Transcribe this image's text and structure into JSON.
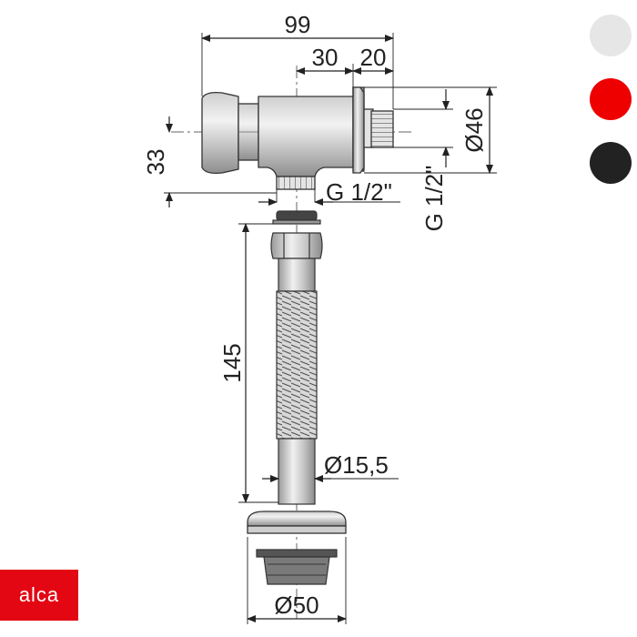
{
  "drawing": {
    "dimensions": {
      "overall_width": "99",
      "body_offset": "30",
      "thread_length": "20",
      "flange_diameter": "Ø46",
      "height": "33",
      "outlet_thread": "G 1/2\"",
      "inlet_thread": "G 1/2\"",
      "pipe_length": "145",
      "pipe_diameter": "Ø15,5",
      "rosette_diameter": "Ø50"
    }
  },
  "color_options": [
    {
      "name": "light-gray",
      "hex": "#e6e6e6"
    },
    {
      "name": "red",
      "hex": "#ee0000"
    },
    {
      "name": "black",
      "hex": "#222222"
    }
  ],
  "brand": {
    "logo_text": "alca",
    "color": "#e30613"
  }
}
